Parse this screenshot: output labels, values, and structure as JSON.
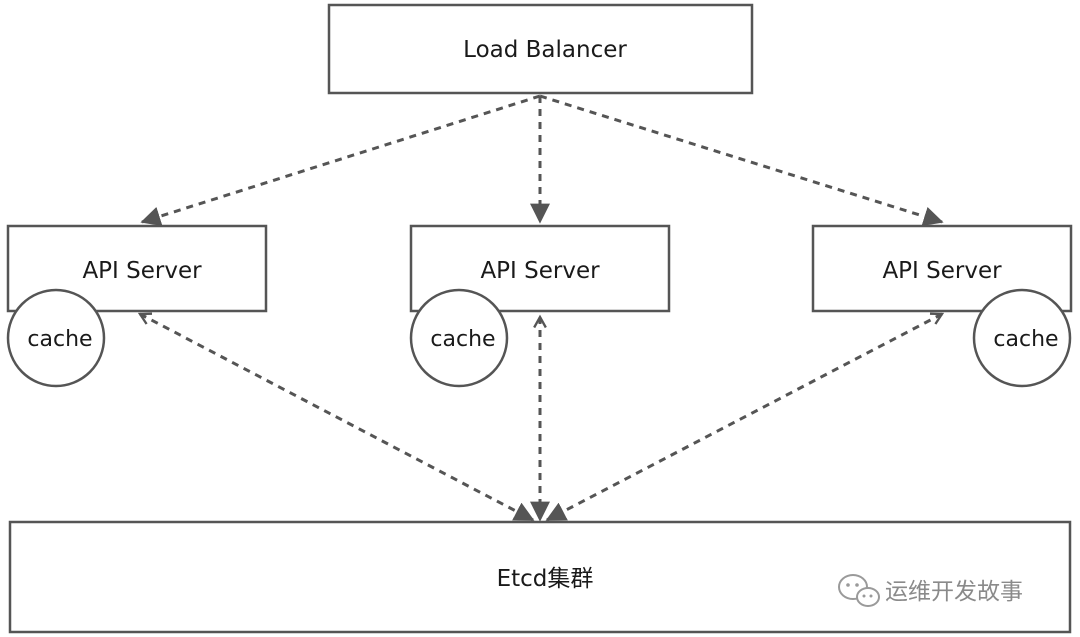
{
  "diagram": {
    "load_balancer": "Load Balancer",
    "api_servers": [
      "API Server",
      "API Server",
      "API Server"
    ],
    "cache_label": "cache",
    "etcd": "Etcd集群",
    "watermark": "运维开发故事"
  },
  "colors": {
    "stroke": "#555555",
    "text": "#1a1a1a",
    "watermark": "#8a8a8a"
  }
}
